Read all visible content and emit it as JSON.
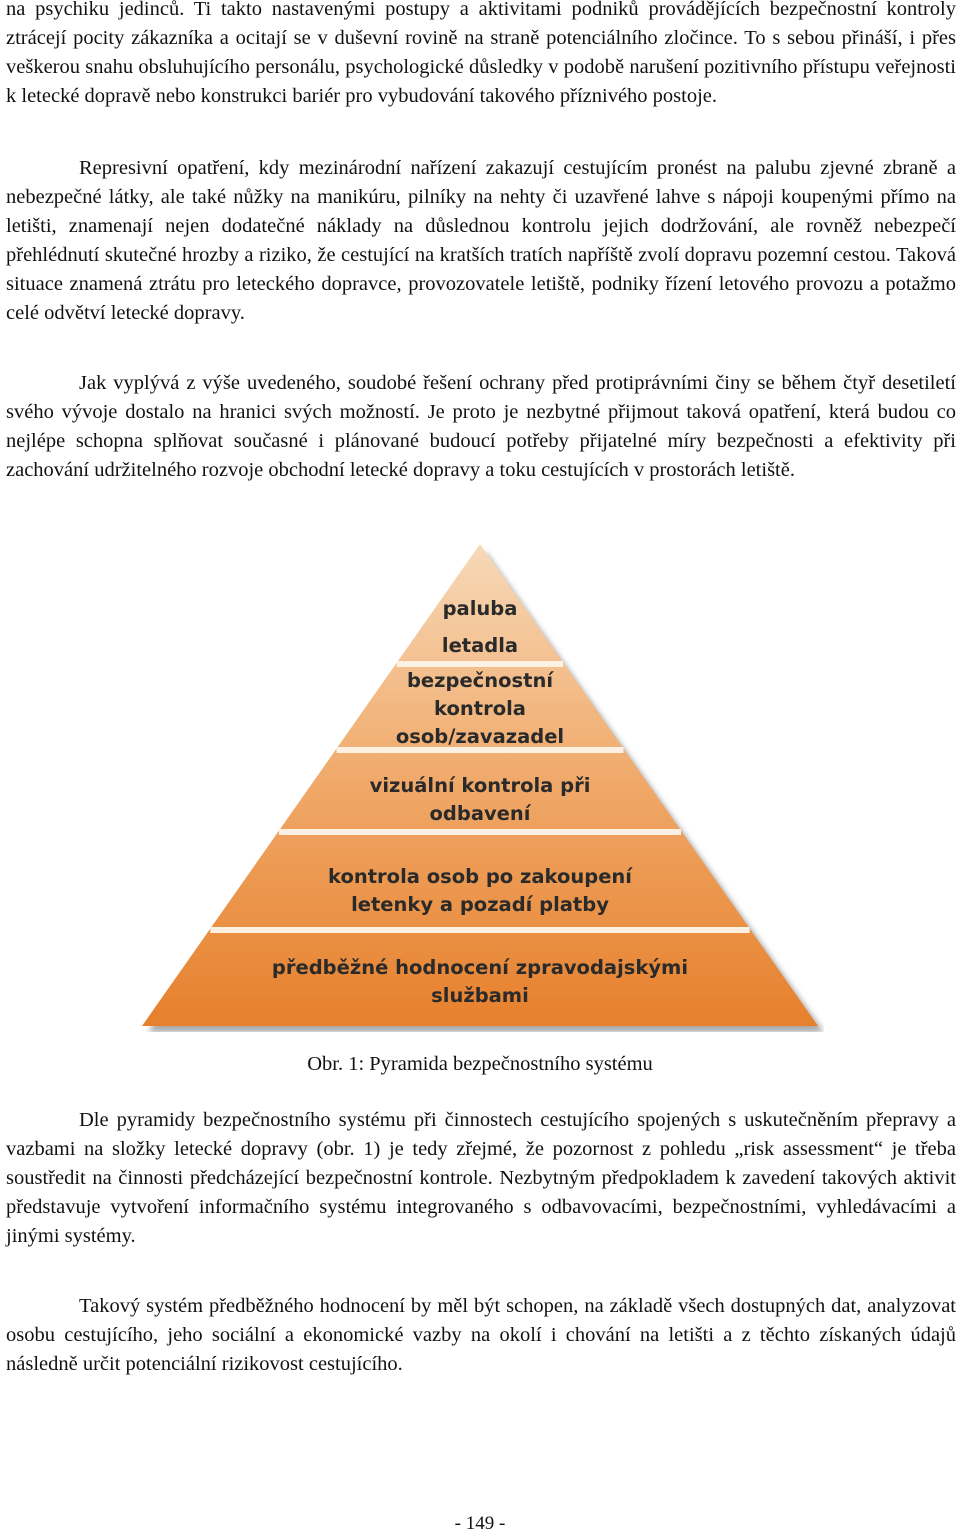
{
  "paragraphs": [
    "na psychiku jedinců. Ti takto nastavenými postupy a aktivitami podniků provádějících bezpečnostní kontroly ztrácejí pocity zákazníka a ocitají se v duševní rovině na straně potenciálního zločince. To s sebou přináší, i přes veškerou snahu obsluhujícího personálu, psychologické důsledky v podobě narušení pozitivního přístupu veřejnosti k letecké dopravě nebo konstrukci bariér pro vybudování takového příznivého postoje.",
    "Represivní opatření, kdy mezinárodní nařízení zakazují cestujícím pronést na palubu zjevné zbraně a nebezpečné látky, ale také nůžky na manikúru, pilníky na nehty či uzavřené lahve s nápoji koupenými přímo na letišti, znamenají nejen dodatečné náklady na důslednou kontrolu jejich dodržování, ale rovněž nebezpečí přehlédnutí skutečné hrozby a riziko, že cestující na kratších tratích napříště zvolí dopravu pozemní cestou. Taková situace znamená ztrátu pro leteckého dopravce, provozovatele letiště, podniky řízení letového provozu a potažmo celé odvětví letecké dopravy.",
    "Jak vyplývá z výše uvedeného, soudobé řešení ochrany před protiprávními činy se během čtyř desetiletí svého vývoje dostalo na hranici svých možností. Je proto je nezbytné přijmout taková opatření, která budou co nejlépe schopna splňovat současné i plánované budoucí potřeby přijatelné míry bezpečnosti a efektivity při zachování udržitelného rozvoje obchodní letecké dopravy a toku cestujících v prostorách letiště.",
    "Dle pyramidy bezpečnostního systému při činnostech cestujícího spojených s uskutečněním přepravy a vazbami na složky letecké dopravy (obr. 1) je tedy zřejmé, že pozornost z pohledu „risk assessment“ je třeba soustředit na činnosti předcházející bezpečnostní kontrole. Nezbytným předpokladem k zavedení takových aktivit představuje vytvoření informačního systému integrovaného s odbavovacími, bezpečnostními, vyhledávacími a jinými systémy.",
    "Takový systém předběžného hodnocení by měl být schopen, na základě všech dostupných dat, analyzovat osobu cestujícího, jeho sociální a ekonomické vazby na okolí i chování na letišti a z těchto získaných údajů následně určit potenciální rizikovost cestujícího."
  ],
  "figure": {
    "levels": [
      [
        "paluba",
        "letadla"
      ],
      [
        "bezpečnostní",
        "kontrola",
        "osob/zavazadel"
      ],
      [
        "vizuální kontrola při",
        "odbavení"
      ],
      [
        "kontrola osob po zakoupení",
        "letenky a pozadí platby"
      ],
      [
        "předběžné hodnocení zpravodajskými",
        "službami"
      ]
    ],
    "caption": "Obr. 1: Pyramida bezpečnostního systému",
    "colors": {
      "top": "#f7d9b8",
      "middle": "#f0a868",
      "bottom": "#e6802c",
      "divider": "#fdf1e4",
      "shadow": "#a9a9a9"
    }
  },
  "page_number": "- 149 -"
}
